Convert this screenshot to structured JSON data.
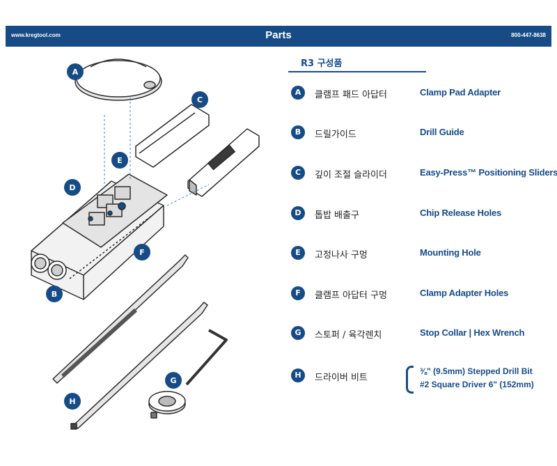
{
  "header": {
    "website": "www.kregtool.com",
    "title": "Parts",
    "phone": "800-447-8638",
    "bg_color": "#164b86"
  },
  "list_title": "R3  구성품",
  "parts": [
    {
      "letter": "A",
      "ko": "클램프 패드 아답터",
      "en": "Clamp Pad Adapter"
    },
    {
      "letter": "B",
      "ko": "드릴가이드",
      "en": "Drill Guide"
    },
    {
      "letter": "C",
      "ko": "깊이 조절 슬라이더",
      "en": "Easy-Press™ Positioning Sliders"
    },
    {
      "letter": "D",
      "ko": "톱밥 배출구",
      "en": "Chip Release  Holes"
    },
    {
      "letter": "E",
      "ko": "고정나사 구멍",
      "en": "Mounting Hole"
    },
    {
      "letter": "F",
      "ko": "클램프 아답터 구멍",
      "en": "Clamp Adapter Holes"
    },
    {
      "letter": "G",
      "ko": "스토퍼 / 육각렌치",
      "en": "Stop Collar | Hex Wrench"
    },
    {
      "letter": "H",
      "ko": "드라이버 비트",
      "en": ""
    }
  ],
  "h_lines": [
    "⅜\" (9.5mm) Stepped Drill Bit",
    "#2 Square Driver  6\" (152mm)"
  ],
  "callouts": [
    "A",
    "B",
    "C",
    "D",
    "E",
    "F",
    "G",
    "H"
  ]
}
